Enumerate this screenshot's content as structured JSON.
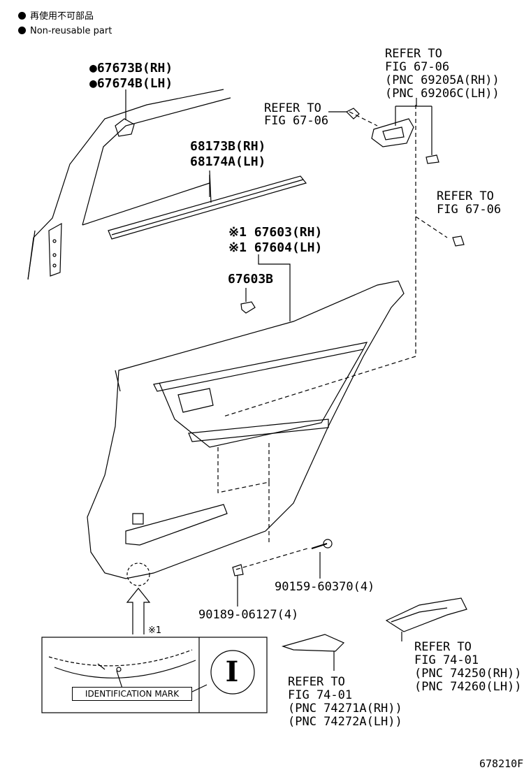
{
  "legend": {
    "line1": "再使用不可部品",
    "line2": "Non-reusable part"
  },
  "labels": {
    "p67673b": "●67673B(RH)",
    "p67674b": "●67674B(LH)",
    "p68173b": "68173B(RH)",
    "p68174a": "68174A(LH)",
    "p67603": "※1 67603(RH)",
    "p67604": "※1 67604(LH)",
    "p67603b": "67603B",
    "ref_6706_a1": "REFER TO",
    "ref_6706_a2": "FIG 67-06",
    "ref_6706_b1": "REFER TO",
    "ref_6706_b2": "FIG 67-06",
    "ref_6706_b3": "(PNC 69205A(RH))",
    "ref_6706_b4": "(PNC 69206C(LH))",
    "ref_6706_c1": "REFER TO",
    "ref_6706_c2": "FIG 67-06",
    "p90159": "90159-60370(4)",
    "p90189": "90189-06127(4)",
    "ref_7401_a1": "REFER TO",
    "ref_7401_a2": "FIG 74-01",
    "ref_7401_a3": "(PNC 74250(RH))",
    "ref_7401_a4": "(PNC 74260(LH))",
    "ref_7401_b1": "REFER TO",
    "ref_7401_b2": "FIG 74-01",
    "ref_7401_b3": "(PNC 74271A(RH))",
    "ref_7401_b4": "(PNC 74272A(LH))",
    "note_mark": "※1",
    "id_mark": "IDENTIFICATION MARK",
    "roman": "I",
    "figure_code": "678210F"
  }
}
